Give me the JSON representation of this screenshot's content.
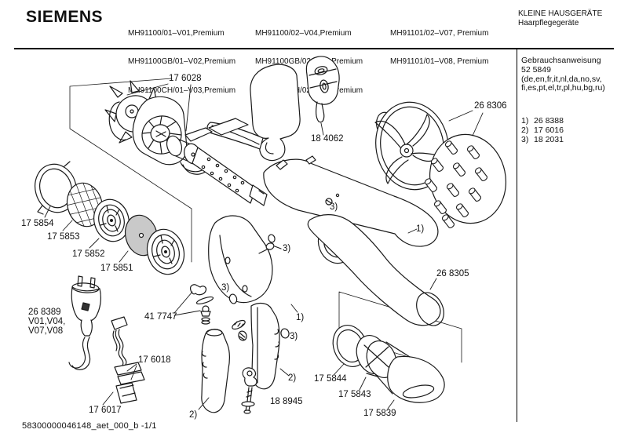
{
  "header": {
    "brand": "SIEMENS",
    "model_columns": [
      {
        "lines": [
          "MH91100/01–V01,Premium",
          "MH91100GB/01–V02,Premium",
          "MH91100CH/01–V03,Premium"
        ]
      },
      {
        "lines": [
          "MH91100/02–V04,Premium",
          "MH91100GB/02–V05,Premium",
          "MH91100CH/02–V06,Premium"
        ]
      },
      {
        "lines": [
          "MH91101/02–V07, Premium",
          "MH91101/01–V08, Premium"
        ]
      }
    ],
    "category": {
      "line1": "KLEINE HAUSGERÄTE",
      "line2": "Haarpflegegeräte"
    }
  },
  "sidebar": {
    "manual_label": "Gebrauchsanweisung",
    "manual_number": "52 5849",
    "languages_line1": "(de,en,fr,it,nl,da,no,sv,",
    "languages_line2": "fi,es,pt,el,tr,pl,hu,bg,ru)",
    "references": [
      {
        "index": "1)",
        "code": "26 8388"
      },
      {
        "index": "2)",
        "code": "17 6016"
      },
      {
        "index": "3)",
        "code": "18 2031"
      }
    ]
  },
  "diagram": {
    "labels": {
      "motor_assembly": "17 6028",
      "switch": "18 4062",
      "rear_grille_set": "26 8306",
      "retaining_ring": "17 5854",
      "inlet_mesh": "17 5853",
      "inlet_grille": "17 5852",
      "filter_disc": "17 5851",
      "cord_line1": "26 8389",
      "cord_line2": "V01,V04,",
      "cord_line3": "V07,V08",
      "clip_set": "41 7747",
      "terminal": "17 6018",
      "cable_guide": "17 6017",
      "screw_hook": "18 8945",
      "rear_tube": "26 8305",
      "nozzle_ring": "17 5844",
      "nozzle_collar": "17 5843",
      "nozzle": "17 5839"
    },
    "markers": {
      "ref1": "1)",
      "ref2": "2)",
      "ref3": "3)"
    }
  },
  "footer": {
    "document_id": "58300000046148_aet_000_b -1/1"
  }
}
